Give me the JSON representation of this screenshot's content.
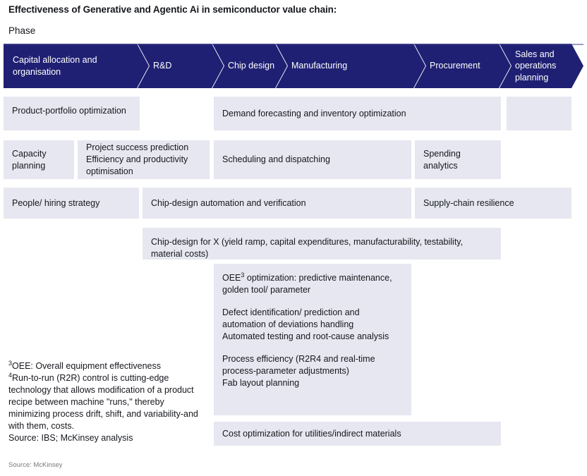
{
  "page_title": "Effectiveness of Generative and Agentic Ai in semiconductor value chain:",
  "phase_label": "Phase",
  "colors": {
    "phase_bar_blue": "#1f2073",
    "card_fill": "#e6e7f0",
    "text": "#16181d",
    "source_gray": "#7a7a7a"
  },
  "phases": [
    {
      "label": "Capital allocation and organisation"
    },
    {
      "label": "R&D"
    },
    {
      "label": "Chip design"
    },
    {
      "label": "Manufacturing"
    },
    {
      "label": "Procurement"
    },
    {
      "label": "Sales and operations planning"
    }
  ],
  "rows": [
    {
      "cards": [
        {
          "text": "Product-portfolio optimization"
        },
        {
          "text": ""
        },
        {
          "text": "Demand forecasting and inventory optimization"
        },
        {
          "text": ""
        }
      ]
    },
    {
      "cards": [
        {
          "text": "Capacity planning"
        },
        {
          "text": "Project success prediction\nEfficiency and productivity optimisation"
        },
        {
          "text": "Scheduling and dispatching"
        },
        {
          "text": "Spending analytics"
        }
      ]
    },
    {
      "cards": [
        {
          "text": "People/ hiring strategy"
        },
        {
          "text": "Chip-design automation and verification"
        },
        {
          "text": "Supply-chain resilience"
        }
      ]
    },
    {
      "cards": [
        {
          "text": "Chip-design for X (yield ramp, capital expenditures, manufacturability, testability, material costs)"
        }
      ]
    }
  ],
  "oee_card": {
    "paragraphs": [
      "OEE³ optimization: predictive maintenance, golden tool/ parameter",
      "Defect identification/ prediction and automation of deviations handling\nAutomated testing and root-cause analysis",
      "Process efficiency (R2R4 and real-time process-parameter adjustments)\nFab layout planning"
    ]
  },
  "cost_card": {
    "text": "Cost optimization for utilities/indirect materials"
  },
  "footnotes": "³OEE: Overall equipment effectiveness\n⁴Run-to-run (R2R) control is cutting-edge technology that allows modification of a product recipe between machine \"runs,\" thereby minimizing process drift, shift, and variability-and with them, costs.\nSource: IBS; McKinsey analysis",
  "source_line": "Source: McKinsey"
}
